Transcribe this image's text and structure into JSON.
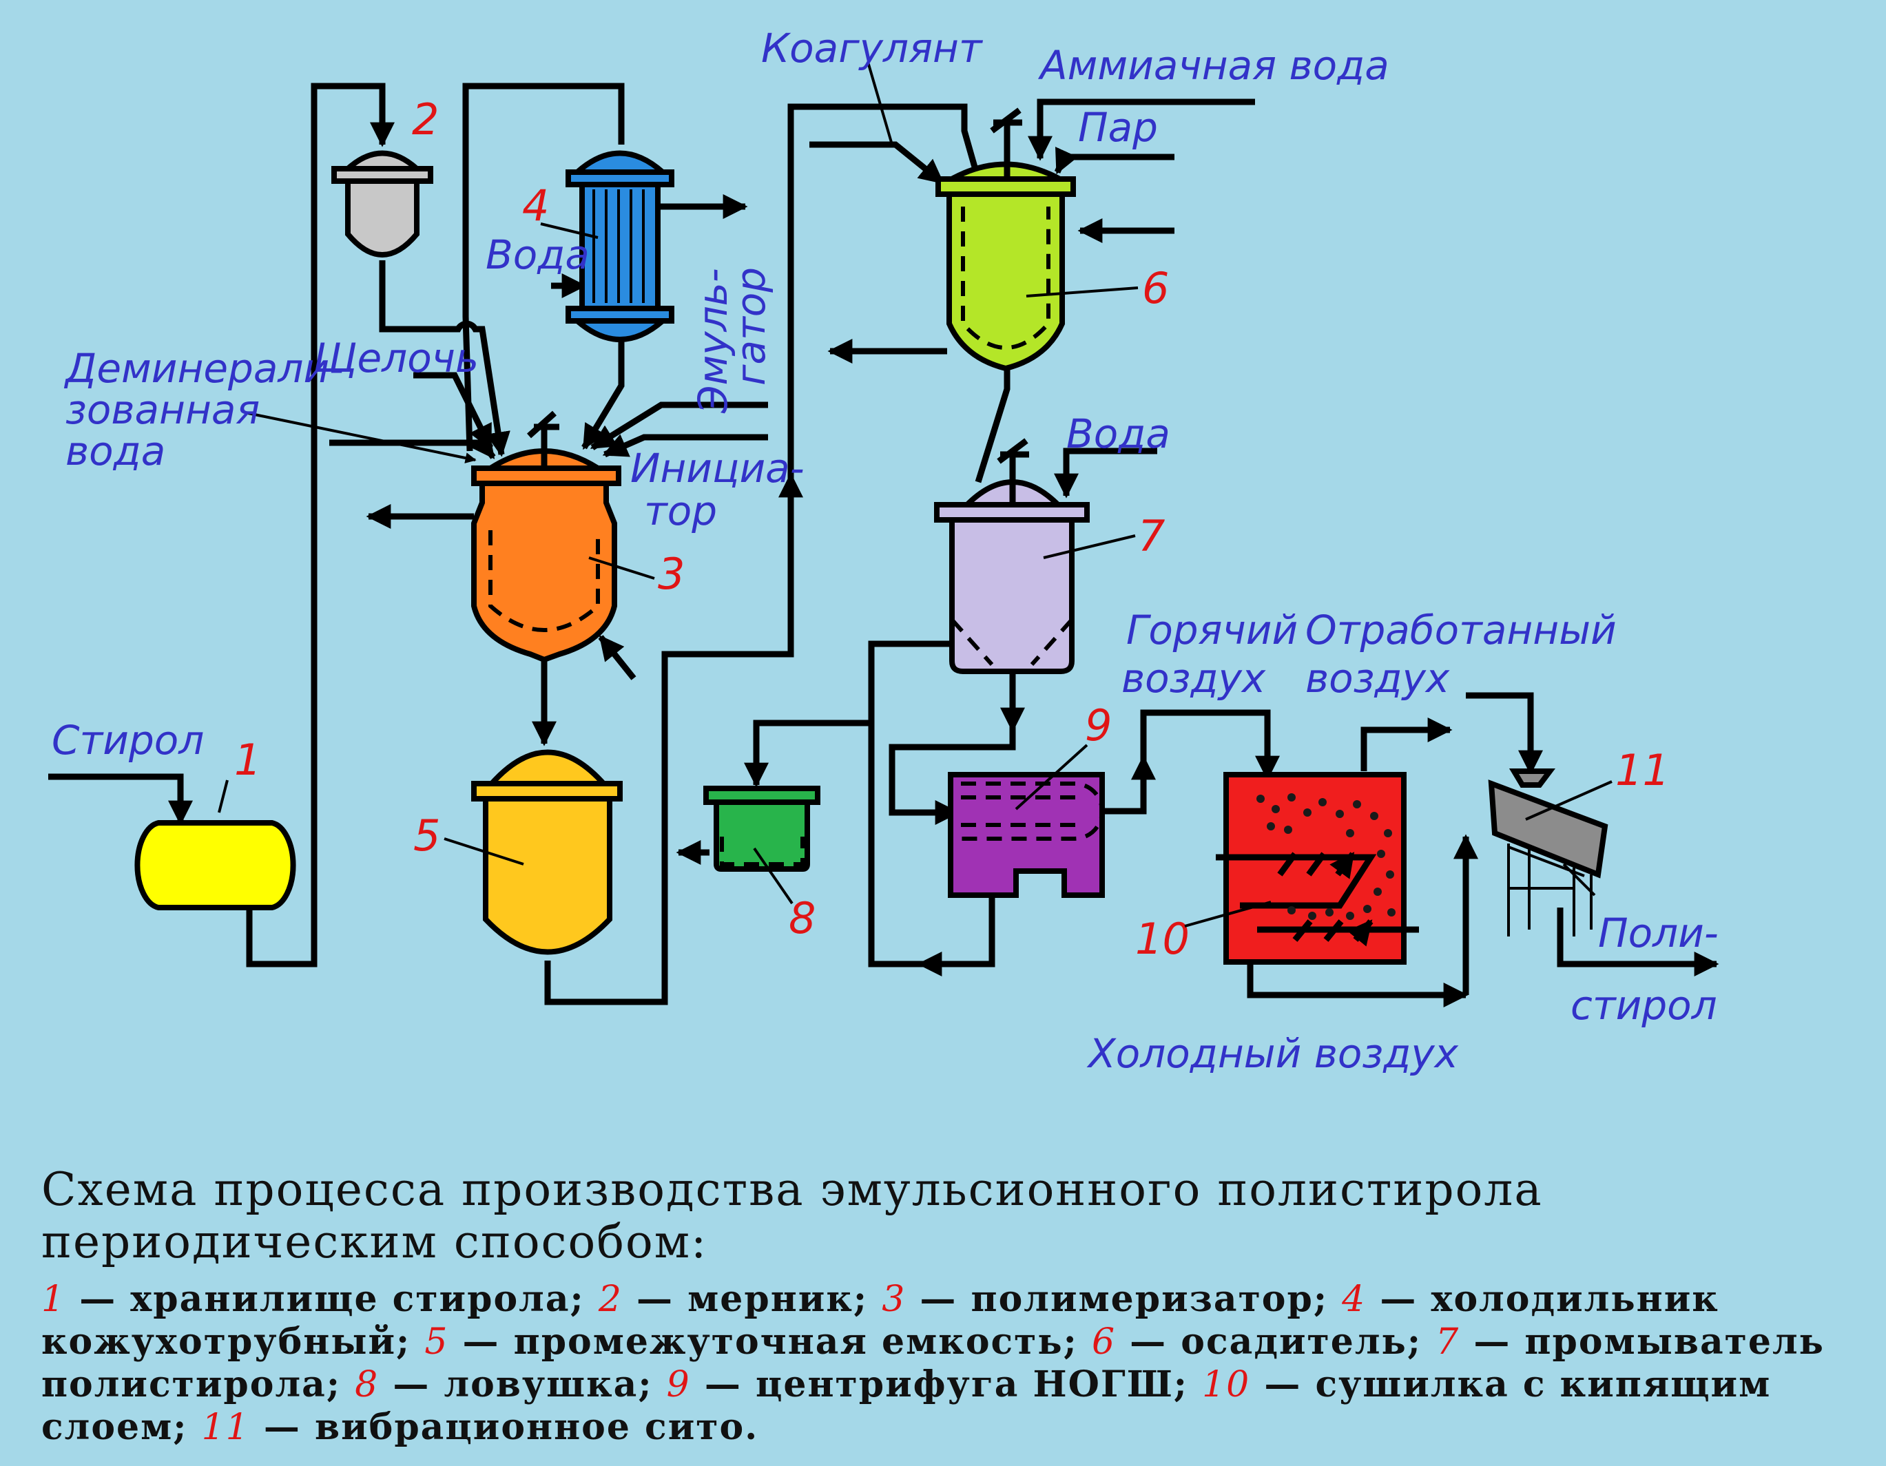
{
  "labels": {
    "styrene_in": "Стирол",
    "demin_water": [
      "Деминерали-",
      "зованная",
      "вода"
    ],
    "alkali": "Щелочь",
    "water_cooler": "Вода",
    "emulsifier": [
      "Эмуль-",
      "гатор"
    ],
    "initiator": [
      "Инициа-",
      "тор"
    ],
    "coagulant": "Коагулянт",
    "ammonia_water": "Аммиачная вода",
    "steam": "Пар",
    "water_washer": "Вода",
    "hot_air": [
      "Горячий",
      "воздух"
    ],
    "spent_air": [
      "Отработанный",
      "воздух"
    ],
    "cold_air": "Холодный воздух",
    "polystyrene_out": [
      "Поли-",
      "стирол"
    ]
  },
  "numbers": [
    "1",
    "2",
    "3",
    "4",
    "5",
    "6",
    "7",
    "8",
    "9",
    "10",
    "11"
  ],
  "caption": {
    "title": "Схема процесса производства эмульсионного полистирола периодическим способом:",
    "legend": [
      {
        "n": "1",
        "text": " — хранилище стирола; "
      },
      {
        "n": "2",
        "text": " — мерник; "
      },
      {
        "n": "3",
        "text": " — полимеризатор; "
      },
      {
        "n": "4",
        "text": " — холодильник кожухотрубный; "
      },
      {
        "n": "5",
        "text": " — промежуточная емкость; "
      },
      {
        "n": "6",
        "text": " — осадитель; "
      },
      {
        "n": "7",
        "text": " — промыватель полистирола; "
      },
      {
        "n": "8",
        "text": " — ловушка; "
      },
      {
        "n": "9",
        "text": " — центрифуга НОГШ; "
      },
      {
        "n": "10",
        "text": " — сушилка с кипящим слоем; "
      },
      {
        "n": "11",
        "text": " — вибрационное сито."
      }
    ]
  },
  "colors": {
    "background": "#a5d8e8",
    "styrene_tank": "#ffff00",
    "measurer": "#c8c8c8",
    "polymerizer": "#ff8020",
    "cooler": "#2a8ce0",
    "intermediate_tank": "#ffc81e",
    "precipitator": "#b4e628",
    "washer": "#c8bee6",
    "trap": "#28b44b",
    "centrifuge": "#a032b4",
    "dryer": "#f01e1e",
    "sieve": "#8c8c8c",
    "label_text": "#3232c8",
    "number_text": "#e01515"
  }
}
